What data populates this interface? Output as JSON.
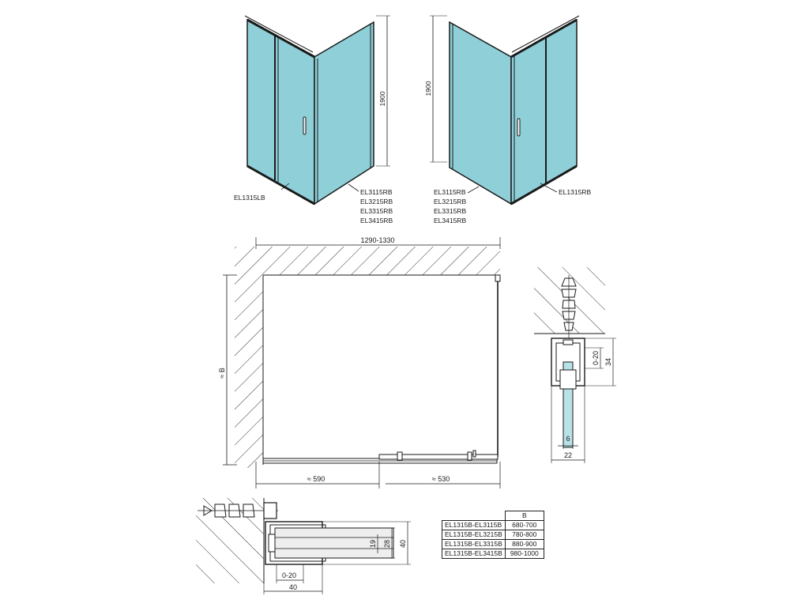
{
  "views": {
    "left": {
      "door_label": "EL1315LB",
      "panel_labels": [
        "EL3115RB",
        "EL3215RB",
        "EL3315RB",
        "EL3415RB"
      ],
      "height_label": "1900"
    },
    "right": {
      "door_label": "EL1315RB",
      "panel_labels": [
        "EL3115RB",
        "EL3215RB",
        "EL3315RB",
        "EL3415RB"
      ],
      "height_label": "1900"
    }
  },
  "plan": {
    "width_label": "1290-1330",
    "depth_label": "≈ B",
    "seg_left_label": "≈ 590",
    "seg_right_label": "≈ 530"
  },
  "profile_detail": {
    "labels": [
      "0-20",
      "34",
      "6",
      "22"
    ]
  },
  "wall_detail": {
    "labels": [
      "19",
      "28",
      "40",
      "0-20",
      "40"
    ]
  },
  "size_table": {
    "header": [
      "",
      "B"
    ],
    "rows": [
      [
        "EL1315B-EL3115B",
        "680-700"
      ],
      [
        "EL1315B-EL3215B",
        "780-800"
      ],
      [
        "EL1315B-EL3315B",
        "880-900"
      ],
      [
        "EL1315B-EL3415B",
        "980-1000"
      ]
    ]
  },
  "colors": {
    "glass": "#8fcfd8",
    "glass_light": "#b9e2e8",
    "line": "#1a1a1a"
  }
}
